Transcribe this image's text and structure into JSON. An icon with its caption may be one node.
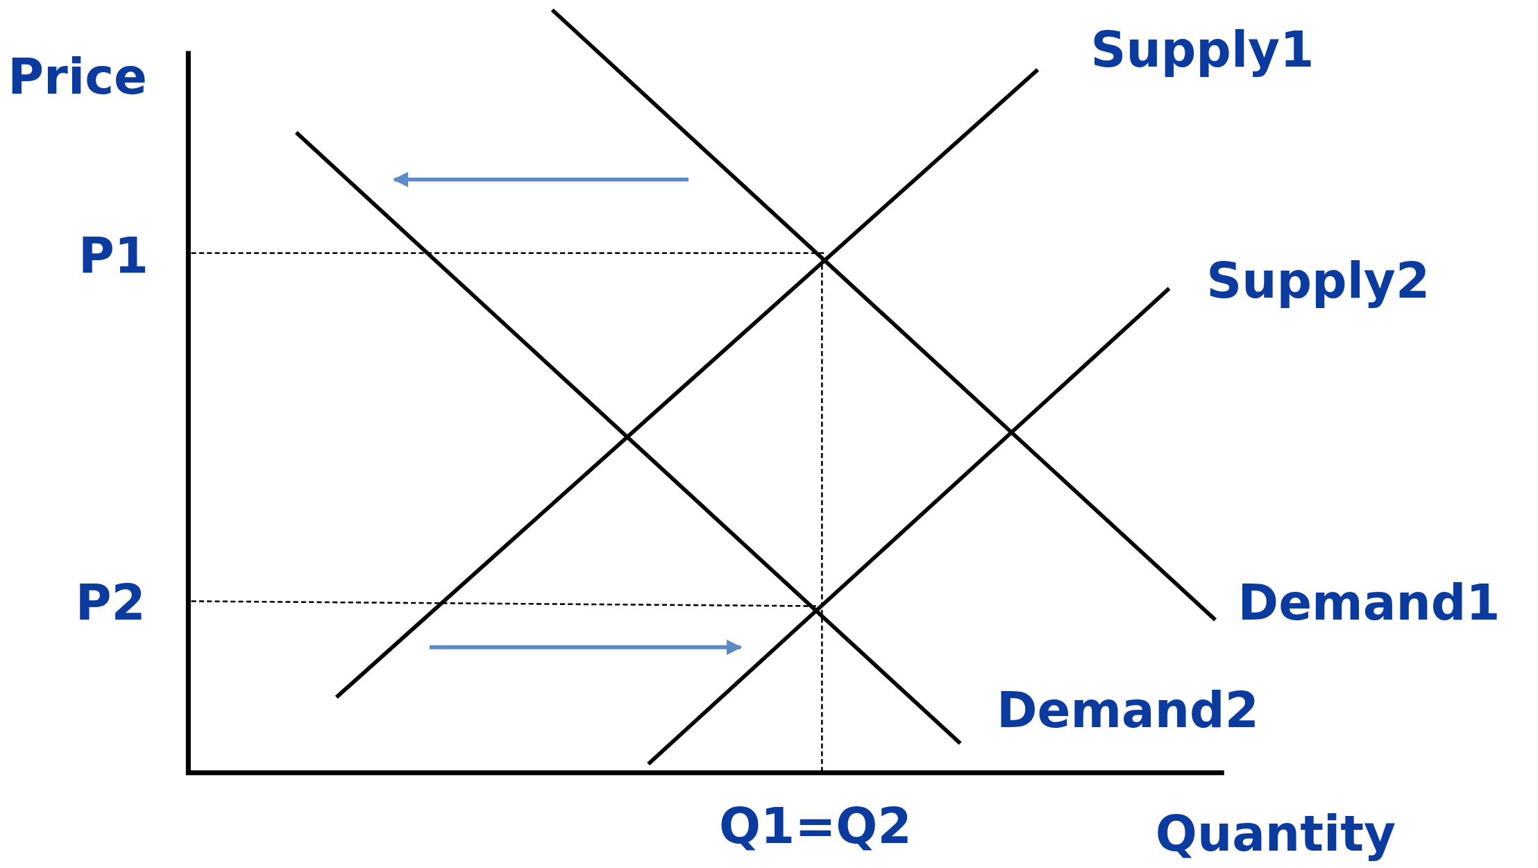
{
  "diagram": {
    "labels": [
      "Supply1",
      "Price",
      "P1",
      "Supply2",
      "P2",
      "Demand1",
      "Demand2",
      "Q1=Q2",
      "Quantity"
    ]
  }
}
